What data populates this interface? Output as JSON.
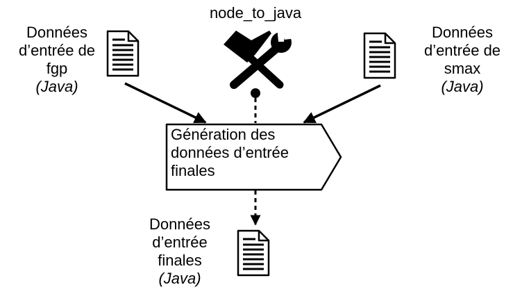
{
  "tool": {
    "label": "node_to_java",
    "icon": "hammer-wrench-icon"
  },
  "inputs": [
    {
      "lines": [
        "Données",
        "d’entrée de",
        "fgp"
      ],
      "lang": "(Java)",
      "icon": "document-icon"
    },
    {
      "lines": [
        "Données",
        "d’entrée de",
        "smax"
      ],
      "lang": "(Java)",
      "icon": "document-icon"
    }
  ],
  "process": {
    "lines": [
      "Génération des",
      "données d’entrée",
      "finales"
    ]
  },
  "output": {
    "lines": [
      "Données",
      "d’entrée",
      "finales"
    ],
    "lang": "(Java)",
    "icon": "document-icon"
  }
}
